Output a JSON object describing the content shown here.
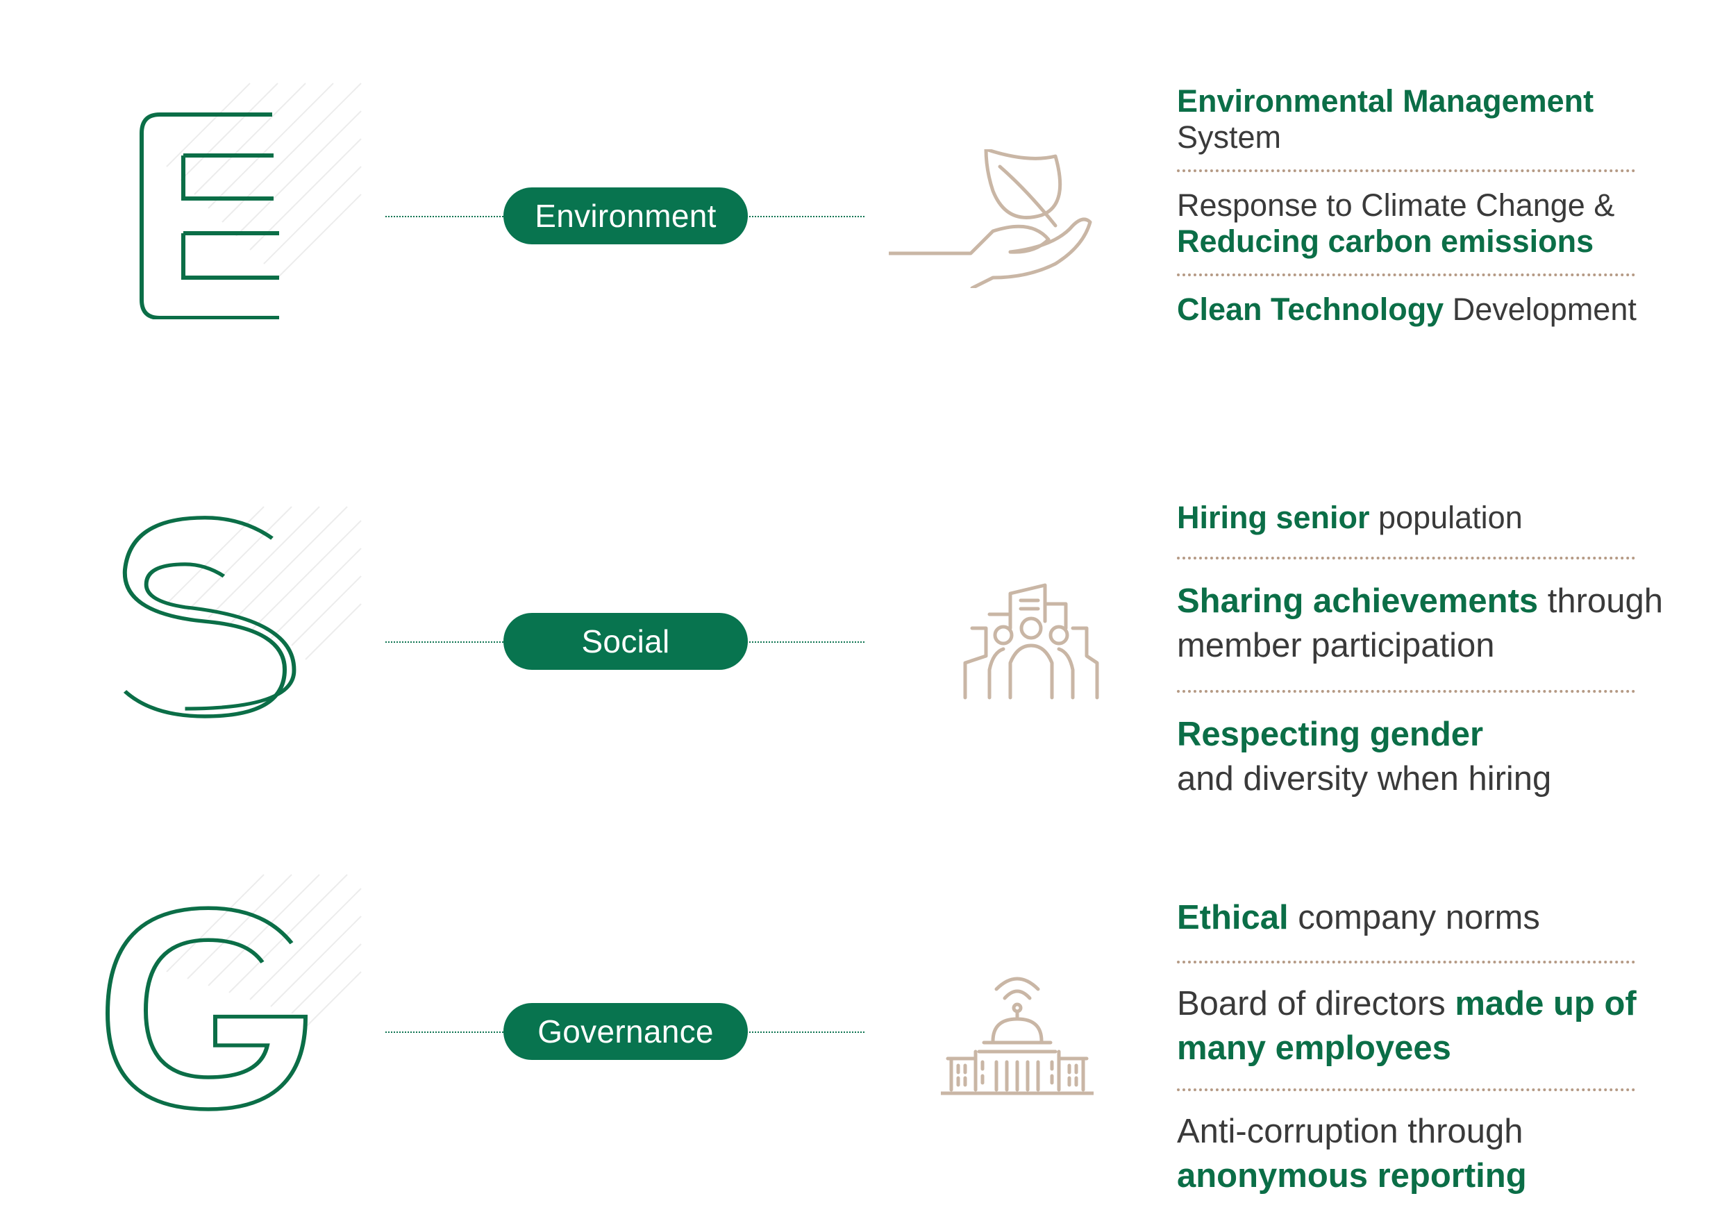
{
  "colors": {
    "green": "#0b6e47",
    "beige": "#c9b6a5",
    "dots": "#b59a85",
    "text": "#3a3a3a"
  },
  "rows": [
    {
      "letter": "E",
      "pill": "Environment",
      "icon": "leaf-in-hand-icon",
      "items": [
        {
          "parts": [
            {
              "t": "Environmental Management",
              "hl": true
            },
            {
              "t": "System",
              "hl": false
            }
          ]
        },
        {
          "parts": [
            {
              "t": "Response to Climate Change &",
              "hl": false
            },
            {
              "t": "Reducing carbon emissions",
              "hl": true
            }
          ]
        },
        {
          "parts": [
            {
              "t": "Clean Technology",
              "hl": true
            },
            {
              "t": " Development",
              "hl": false
            }
          ]
        }
      ]
    },
    {
      "letter": "S",
      "pill": "Social",
      "icon": "people-community-icon",
      "items": [
        {
          "parts": [
            {
              "t": "Hiring senior",
              "hl": true
            },
            {
              "t": " population",
              "hl": false
            }
          ]
        },
        {
          "parts": [
            {
              "t": "Sharing achievements",
              "hl": true
            },
            {
              "t": " through",
              "hl": false
            },
            {
              "t": "member participation",
              "hl": false
            }
          ]
        },
        {
          "parts": [
            {
              "t": "Respecting gender",
              "hl": true
            },
            {
              "t": "and diversity when hiring",
              "hl": false
            }
          ]
        }
      ]
    },
    {
      "letter": "G",
      "pill": "Governance",
      "icon": "government-building-icon",
      "items": [
        {
          "parts": [
            {
              "t": "Ethical",
              "hl": true
            },
            {
              "t": " company norms",
              "hl": false
            }
          ]
        },
        {
          "parts": [
            {
              "t": "Board of directors",
              "hl": false
            },
            {
              "t": " made up of",
              "hl": true
            },
            {
              "t": "many employees",
              "hl": true
            }
          ]
        },
        {
          "parts": [
            {
              "t": "Anti-corruption through",
              "hl": false
            },
            {
              "t": "anonymous reporting",
              "hl": true
            }
          ]
        }
      ]
    }
  ]
}
